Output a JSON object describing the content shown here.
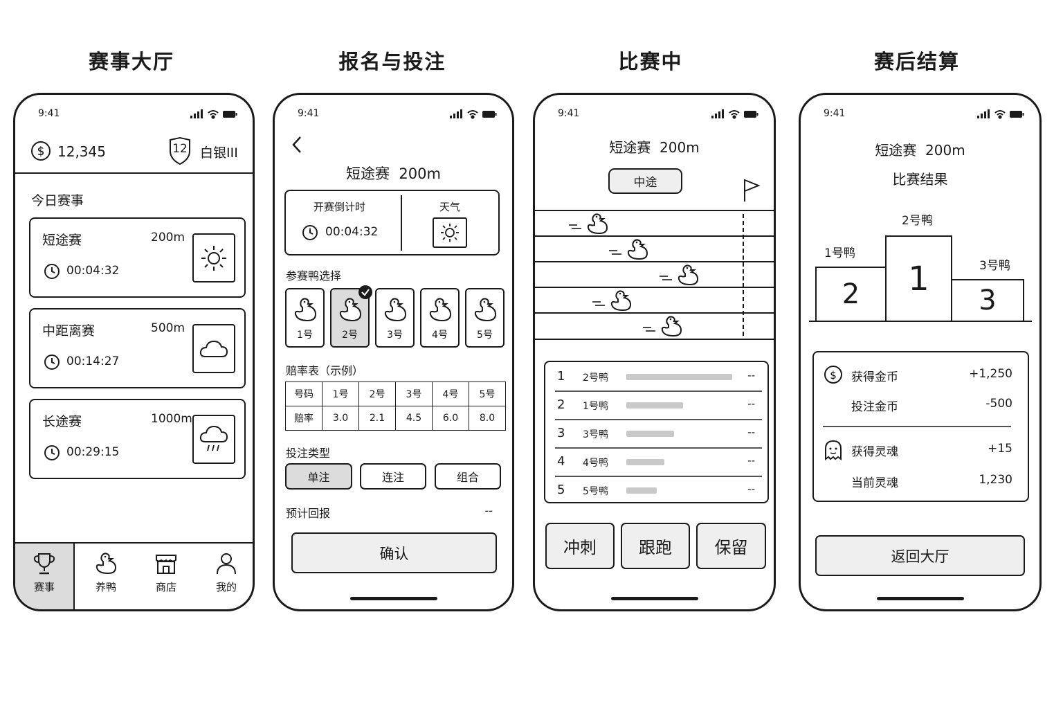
{
  "screens": [
    {
      "title": "赛事大厅"
    },
    {
      "title": "报名与投注"
    },
    {
      "title": "比赛中"
    },
    {
      "title": "赛后结算"
    }
  ],
  "status_time": "9:41",
  "icons": {
    "signal": "signal-icon",
    "wifi": "wifi-icon",
    "battery": "battery-icon",
    "coin": "dollar-coin-icon",
    "rank_shield": "shield-icon",
    "clock": "clock-icon",
    "sunny": "sun-icon",
    "cloudy": "cloud-icon",
    "rainy": "rain-cloud-icon",
    "trophy": "trophy-icon",
    "duck": "duck-icon",
    "shop": "shop-icon",
    "user": "user-icon",
    "back": "chevron-left-icon",
    "check": "check-badge-icon",
    "flag": "finish-flag-icon",
    "ghost": "ghost-icon"
  },
  "lobby": {
    "coins": "12,345",
    "rank_level": "12",
    "rank_name": "白银III",
    "section_title": "今日赛事",
    "races": [
      {
        "name": "短途赛",
        "distance": "200m",
        "countdown": "00:04:32",
        "weather": "sunny"
      },
      {
        "name": "中距离赛",
        "distance": "500m",
        "countdown": "00:14:27",
        "weather": "cloudy"
      },
      {
        "name": "长途赛",
        "distance": "1000m",
        "countdown": "00:29:15",
        "weather": "rainy"
      }
    ],
    "tabs": [
      {
        "label": "赛事",
        "icon": "trophy",
        "active": true
      },
      {
        "label": "养鸭",
        "icon": "duck",
        "active": false
      },
      {
        "label": "商店",
        "icon": "shop",
        "active": false
      },
      {
        "label": "我的",
        "icon": "user",
        "active": false
      }
    ]
  },
  "register": {
    "race_name": "短途赛",
    "race_distance": "200m",
    "countdown_label": "开赛倒计时",
    "countdown": "00:04:32",
    "weather_label": "天气",
    "duck_select_label": "参赛鸭选择",
    "ducks": [
      {
        "label": "1号",
        "selected": false
      },
      {
        "label": "2号",
        "selected": true
      },
      {
        "label": "3号",
        "selected": false
      },
      {
        "label": "4号",
        "selected": false
      },
      {
        "label": "5号",
        "selected": false
      }
    ],
    "odds_title": "赔率表（示例）",
    "odds_header": [
      "号码",
      "1号",
      "2号",
      "3号",
      "4号",
      "5号"
    ],
    "odds_row": [
      "赔率",
      "3.0",
      "2.1",
      "4.5",
      "6.0",
      "8.0"
    ],
    "bet_type_label": "投注类型",
    "bet_types": [
      {
        "label": "单注",
        "selected": true
      },
      {
        "label": "连注",
        "selected": false
      },
      {
        "label": "组合",
        "selected": false
      }
    ],
    "return_label": "预计回报",
    "return_value": "--",
    "confirm_label": "确认"
  },
  "race": {
    "race_name": "短途赛",
    "race_distance": "200m",
    "phase_label": "中途",
    "lane_progress": [
      0.18,
      0.45,
      0.79,
      0.34,
      0.68
    ],
    "standings": [
      {
        "rank": "1",
        "name": "2号鸭",
        "progress": 0.84,
        "gap": "--"
      },
      {
        "rank": "2",
        "name": "1号鸭",
        "progress": 0.45,
        "gap": "--"
      },
      {
        "rank": "3",
        "name": "3号鸭",
        "progress": 0.38,
        "gap": "--"
      },
      {
        "rank": "4",
        "name": "4号鸭",
        "progress": 0.3,
        "gap": "--"
      },
      {
        "rank": "5",
        "name": "5号鸭",
        "progress": 0.24,
        "gap": "--"
      }
    ],
    "actions": [
      "冲刺",
      "跟跑",
      "保留"
    ]
  },
  "result": {
    "race_name": "短途赛",
    "race_distance": "200m",
    "subtitle": "比赛结果",
    "podium": [
      {
        "place": "2",
        "name": "1号鸭"
      },
      {
        "place": "1",
        "name": "2号鸭"
      },
      {
        "place": "3",
        "name": "3号鸭"
      }
    ],
    "coins_earned_label": "获得金币",
    "coins_earned": "+1,250",
    "bet_coins_label": "投注金币",
    "bet_coins": "-500",
    "souls_earned_label": "获得灵魂",
    "souls_earned": "+15",
    "current_souls_label": "当前灵魂",
    "current_souls": "1,230",
    "back_label": "返回大厅"
  }
}
